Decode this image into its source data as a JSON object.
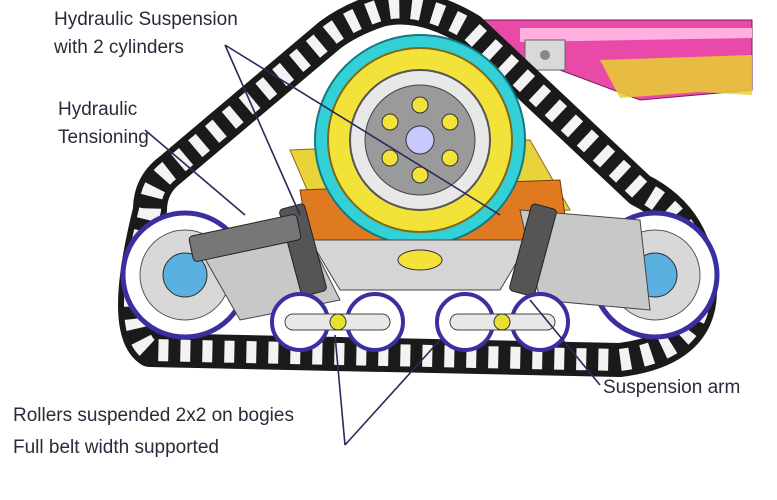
{
  "labels": {
    "suspension_line1": "Hydraulic Suspension",
    "suspension_line2": "with 2 cylinders",
    "tensioning_line1": "Hydraulic",
    "tensioning_line2": "Tensioning",
    "suspension_arm": "Suspension arm",
    "rollers_line1": "Rollers suspended 2x2 on bogies",
    "rollers_line2": "Full belt width supported"
  },
  "colors": {
    "track": "#1a1a1a",
    "sprocket_teeth": "#33d0d8",
    "hub_yellow": "#f2e23a",
    "frame_orange": "#e07a20",
    "gear_gray": "#9a9a9a",
    "wheel_purple": "#3a2fa0",
    "bracket_magenta": "#e0369a",
    "arm_gray": "#c8c8c8",
    "leader_line": "#2a2a5a"
  }
}
